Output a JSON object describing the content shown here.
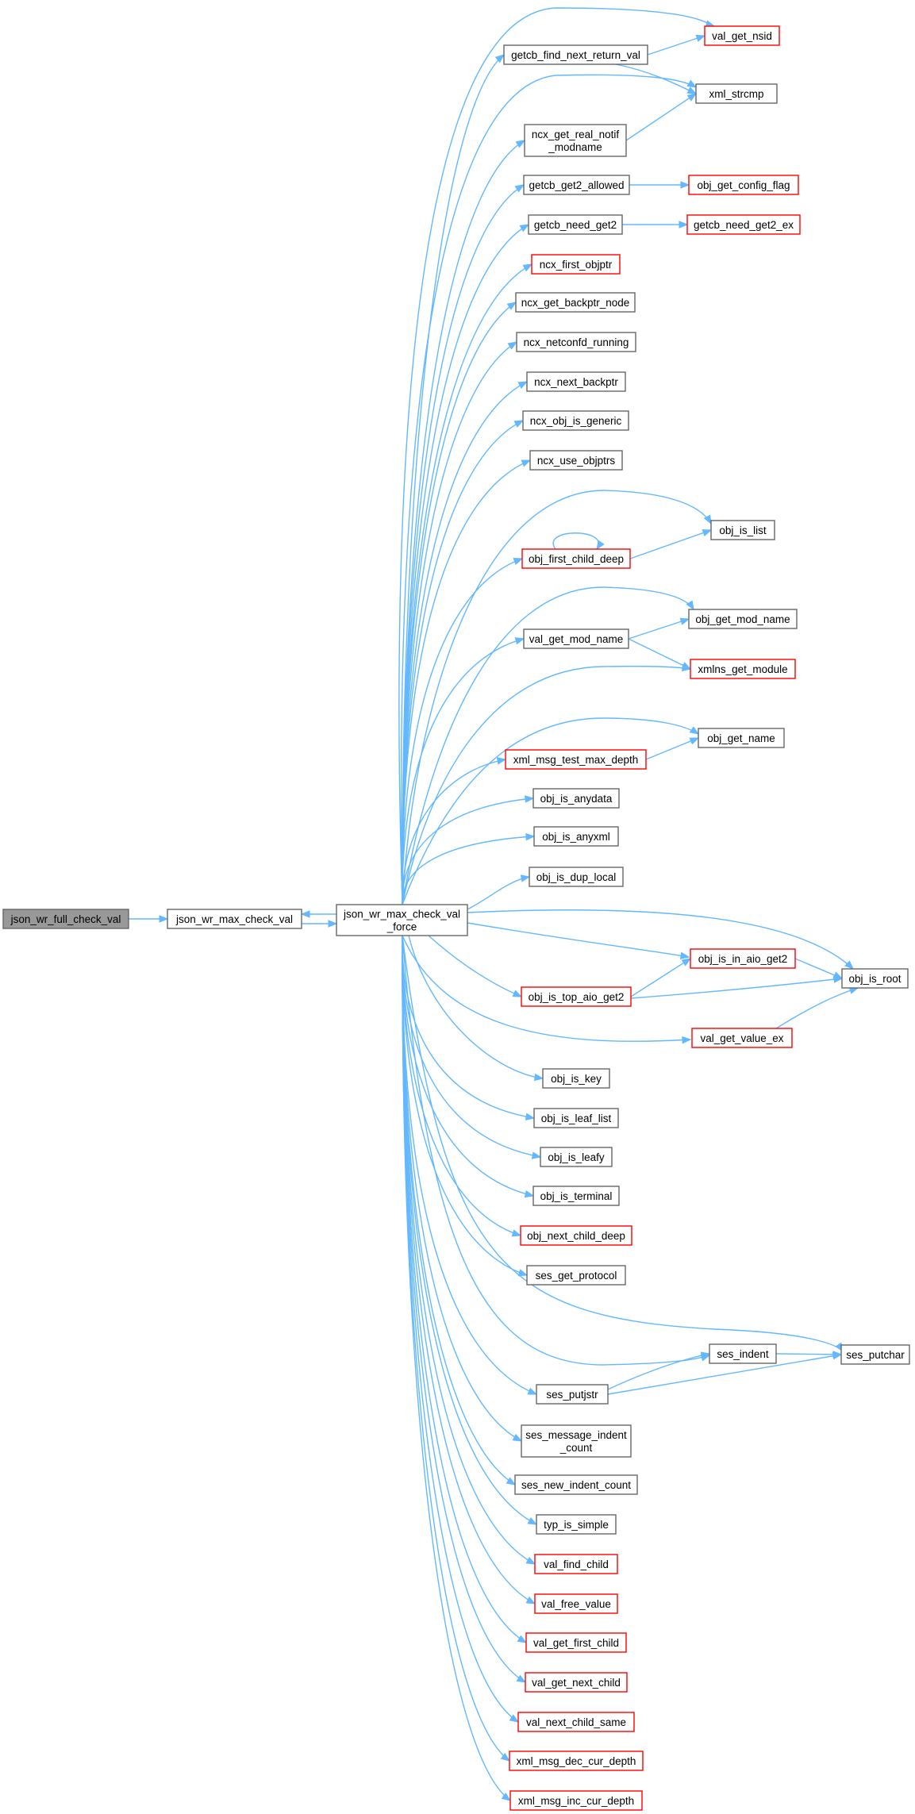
{
  "diagram": {
    "nodes": [
      {
        "id": "json_wr_full_check_val",
        "lines": [
          "json_wr_full_check_val"
        ],
        "style": "root"
      },
      {
        "id": "json_wr_max_check_val",
        "lines": [
          "json_wr_max_check_val"
        ],
        "style": "normal"
      },
      {
        "id": "json_wr_max_check_val_force",
        "lines": [
          "json_wr_max_check_val",
          "_force"
        ],
        "style": "normal"
      },
      {
        "id": "getcb_find_next_return_val",
        "lines": [
          "getcb_find_next_return_val"
        ],
        "style": "normal"
      },
      {
        "id": "val_get_nsid",
        "lines": [
          "val_get_nsid"
        ],
        "style": "red"
      },
      {
        "id": "xml_strcmp",
        "lines": [
          "xml_strcmp"
        ],
        "style": "normal"
      },
      {
        "id": "ncx_get_real_notif_modname",
        "lines": [
          "ncx_get_real_notif",
          "_modname"
        ],
        "style": "normal"
      },
      {
        "id": "getcb_get2_allowed",
        "lines": [
          "getcb_get2_allowed"
        ],
        "style": "normal"
      },
      {
        "id": "obj_get_config_flag",
        "lines": [
          "obj_get_config_flag"
        ],
        "style": "red"
      },
      {
        "id": "getcb_need_get2",
        "lines": [
          "getcb_need_get2"
        ],
        "style": "normal"
      },
      {
        "id": "getcb_need_get2_ex",
        "lines": [
          "getcb_need_get2_ex"
        ],
        "style": "red"
      },
      {
        "id": "ncx_first_objptr",
        "lines": [
          "ncx_first_objptr"
        ],
        "style": "red"
      },
      {
        "id": "ncx_get_backptr_node",
        "lines": [
          "ncx_get_backptr_node"
        ],
        "style": "normal"
      },
      {
        "id": "ncx_netconfd_running",
        "lines": [
          "ncx_netconfd_running"
        ],
        "style": "normal"
      },
      {
        "id": "ncx_next_backptr",
        "lines": [
          "ncx_next_backptr"
        ],
        "style": "normal"
      },
      {
        "id": "ncx_obj_is_generic",
        "lines": [
          "ncx_obj_is_generic"
        ],
        "style": "normal"
      },
      {
        "id": "ncx_use_objptrs",
        "lines": [
          "ncx_use_objptrs"
        ],
        "style": "normal"
      },
      {
        "id": "obj_is_list",
        "lines": [
          "obj_is_list"
        ],
        "style": "normal"
      },
      {
        "id": "obj_first_child_deep",
        "lines": [
          "obj_first_child_deep"
        ],
        "style": "red"
      },
      {
        "id": "obj_get_mod_name",
        "lines": [
          "obj_get_mod_name"
        ],
        "style": "normal"
      },
      {
        "id": "val_get_mod_name",
        "lines": [
          "val_get_mod_name"
        ],
        "style": "normal"
      },
      {
        "id": "xmlns_get_module",
        "lines": [
          "xmlns_get_module"
        ],
        "style": "red"
      },
      {
        "id": "obj_get_name",
        "lines": [
          "obj_get_name"
        ],
        "style": "normal"
      },
      {
        "id": "xml_msg_test_max_depth",
        "lines": [
          "xml_msg_test_max_depth"
        ],
        "style": "red"
      },
      {
        "id": "obj_is_anydata",
        "lines": [
          "obj_is_anydata"
        ],
        "style": "normal"
      },
      {
        "id": "obj_is_anyxml",
        "lines": [
          "obj_is_anyxml"
        ],
        "style": "normal"
      },
      {
        "id": "obj_is_dup_local",
        "lines": [
          "obj_is_dup_local"
        ],
        "style": "normal"
      },
      {
        "id": "obj_is_in_aio_get2",
        "lines": [
          "obj_is_in_aio_get2"
        ],
        "style": "red"
      },
      {
        "id": "obj_is_root",
        "lines": [
          "obj_is_root"
        ],
        "style": "normal"
      },
      {
        "id": "obj_is_top_aio_get2",
        "lines": [
          "obj_is_top_aio_get2"
        ],
        "style": "red"
      },
      {
        "id": "val_get_value_ex",
        "lines": [
          "val_get_value_ex"
        ],
        "style": "red"
      },
      {
        "id": "obj_is_key",
        "lines": [
          "obj_is_key"
        ],
        "style": "normal"
      },
      {
        "id": "obj_is_leaf_list",
        "lines": [
          "obj_is_leaf_list"
        ],
        "style": "normal"
      },
      {
        "id": "obj_is_leafy",
        "lines": [
          "obj_is_leafy"
        ],
        "style": "normal"
      },
      {
        "id": "obj_is_terminal",
        "lines": [
          "obj_is_terminal"
        ],
        "style": "normal"
      },
      {
        "id": "obj_next_child_deep",
        "lines": [
          "obj_next_child_deep"
        ],
        "style": "red"
      },
      {
        "id": "ses_get_protocol",
        "lines": [
          "ses_get_protocol"
        ],
        "style": "normal"
      },
      {
        "id": "ses_indent",
        "lines": [
          "ses_indent"
        ],
        "style": "normal"
      },
      {
        "id": "ses_putchar",
        "lines": [
          "ses_putchar"
        ],
        "style": "normal"
      },
      {
        "id": "ses_putjstr",
        "lines": [
          "ses_putjstr"
        ],
        "style": "normal"
      },
      {
        "id": "ses_message_indent_count",
        "lines": [
          "ses_message_indent",
          "_count"
        ],
        "style": "normal"
      },
      {
        "id": "ses_new_indent_count",
        "lines": [
          "ses_new_indent_count"
        ],
        "style": "normal"
      },
      {
        "id": "typ_is_simple",
        "lines": [
          "typ_is_simple"
        ],
        "style": "normal"
      },
      {
        "id": "val_find_child",
        "lines": [
          "val_find_child"
        ],
        "style": "red"
      },
      {
        "id": "val_free_value",
        "lines": [
          "val_free_value"
        ],
        "style": "red"
      },
      {
        "id": "val_get_first_child",
        "lines": [
          "val_get_first_child"
        ],
        "style": "red"
      },
      {
        "id": "val_get_next_child",
        "lines": [
          "val_get_next_child"
        ],
        "style": "red"
      },
      {
        "id": "val_next_child_same",
        "lines": [
          "val_next_child_same"
        ],
        "style": "red"
      },
      {
        "id": "xml_msg_dec_cur_depth",
        "lines": [
          "xml_msg_dec_cur_depth"
        ],
        "style": "red"
      },
      {
        "id": "xml_msg_inc_cur_depth",
        "lines": [
          "xml_msg_inc_cur_depth"
        ],
        "style": "red"
      }
    ],
    "edges": [
      [
        "json_wr_full_check_val",
        "json_wr_max_check_val"
      ],
      [
        "json_wr_max_check_val",
        "json_wr_max_check_val_force"
      ],
      [
        "json_wr_max_check_val_force",
        "json_wr_max_check_val"
      ],
      [
        "json_wr_max_check_val_force",
        "getcb_find_next_return_val"
      ],
      [
        "json_wr_max_check_val_force",
        "val_get_nsid"
      ],
      [
        "json_wr_max_check_val_force",
        "xml_strcmp"
      ],
      [
        "json_wr_max_check_val_force",
        "ncx_get_real_notif_modname"
      ],
      [
        "json_wr_max_check_val_force",
        "getcb_get2_allowed"
      ],
      [
        "json_wr_max_check_val_force",
        "getcb_need_get2"
      ],
      [
        "json_wr_max_check_val_force",
        "ncx_first_objptr"
      ],
      [
        "json_wr_max_check_val_force",
        "ncx_get_backptr_node"
      ],
      [
        "json_wr_max_check_val_force",
        "ncx_netconfd_running"
      ],
      [
        "json_wr_max_check_val_force",
        "ncx_next_backptr"
      ],
      [
        "json_wr_max_check_val_force",
        "ncx_obj_is_generic"
      ],
      [
        "json_wr_max_check_val_force",
        "ncx_use_objptrs"
      ],
      [
        "json_wr_max_check_val_force",
        "obj_first_child_deep"
      ],
      [
        "json_wr_max_check_val_force",
        "obj_is_list"
      ],
      [
        "json_wr_max_check_val_force",
        "obj_get_mod_name"
      ],
      [
        "json_wr_max_check_val_force",
        "val_get_mod_name"
      ],
      [
        "json_wr_max_check_val_force",
        "xmlns_get_module"
      ],
      [
        "json_wr_max_check_val_force",
        "obj_get_name"
      ],
      [
        "json_wr_max_check_val_force",
        "xml_msg_test_max_depth"
      ],
      [
        "json_wr_max_check_val_force",
        "obj_is_anydata"
      ],
      [
        "json_wr_max_check_val_force",
        "obj_is_anyxml"
      ],
      [
        "json_wr_max_check_val_force",
        "obj_is_dup_local"
      ],
      [
        "json_wr_max_check_val_force",
        "obj_is_in_aio_get2"
      ],
      [
        "json_wr_max_check_val_force",
        "obj_is_root"
      ],
      [
        "json_wr_max_check_val_force",
        "obj_is_top_aio_get2"
      ],
      [
        "json_wr_max_check_val_force",
        "val_get_value_ex"
      ],
      [
        "json_wr_max_check_val_force",
        "obj_is_key"
      ],
      [
        "json_wr_max_check_val_force",
        "obj_is_leaf_list"
      ],
      [
        "json_wr_max_check_val_force",
        "obj_is_leafy"
      ],
      [
        "json_wr_max_check_val_force",
        "obj_is_terminal"
      ],
      [
        "json_wr_max_check_val_force",
        "obj_next_child_deep"
      ],
      [
        "json_wr_max_check_val_force",
        "ses_get_protocol"
      ],
      [
        "json_wr_max_check_val_force",
        "ses_indent"
      ],
      [
        "json_wr_max_check_val_force",
        "ses_putchar"
      ],
      [
        "json_wr_max_check_val_force",
        "ses_putjstr"
      ],
      [
        "json_wr_max_check_val_force",
        "ses_message_indent_count"
      ],
      [
        "json_wr_max_check_val_force",
        "ses_new_indent_count"
      ],
      [
        "json_wr_max_check_val_force",
        "typ_is_simple"
      ],
      [
        "json_wr_max_check_val_force",
        "val_find_child"
      ],
      [
        "json_wr_max_check_val_force",
        "val_free_value"
      ],
      [
        "json_wr_max_check_val_force",
        "val_get_first_child"
      ],
      [
        "json_wr_max_check_val_force",
        "val_get_next_child"
      ],
      [
        "json_wr_max_check_val_force",
        "val_next_child_same"
      ],
      [
        "json_wr_max_check_val_force",
        "xml_msg_dec_cur_depth"
      ],
      [
        "json_wr_max_check_val_force",
        "xml_msg_inc_cur_depth"
      ],
      [
        "getcb_find_next_return_val",
        "val_get_nsid"
      ],
      [
        "getcb_find_next_return_val",
        "xml_strcmp"
      ],
      [
        "ncx_get_real_notif_modname",
        "xml_strcmp"
      ],
      [
        "getcb_get2_allowed",
        "obj_get_config_flag"
      ],
      [
        "getcb_need_get2",
        "getcb_need_get2_ex"
      ],
      [
        "obj_first_child_deep",
        "obj_first_child_deep"
      ],
      [
        "obj_first_child_deep",
        "obj_is_list"
      ],
      [
        "val_get_mod_name",
        "obj_get_mod_name"
      ],
      [
        "val_get_mod_name",
        "xmlns_get_module"
      ],
      [
        "xml_msg_test_max_depth",
        "obj_get_name"
      ],
      [
        "obj_is_in_aio_get2",
        "obj_is_root"
      ],
      [
        "obj_is_top_aio_get2",
        "obj_is_in_aio_get2"
      ],
      [
        "obj_is_top_aio_get2",
        "obj_is_root"
      ],
      [
        "val_get_value_ex",
        "obj_is_root"
      ],
      [
        "ses_indent",
        "ses_putchar"
      ],
      [
        "ses_putjstr",
        "ses_indent"
      ],
      [
        "ses_putjstr",
        "ses_putchar"
      ]
    ],
    "colors": {
      "edge": "#63b8ff",
      "node_border": "#666666",
      "node_border_red": "#ff0000",
      "root_fill": "#999999",
      "node_fill": "#ffffff",
      "text": "#000000"
    }
  }
}
